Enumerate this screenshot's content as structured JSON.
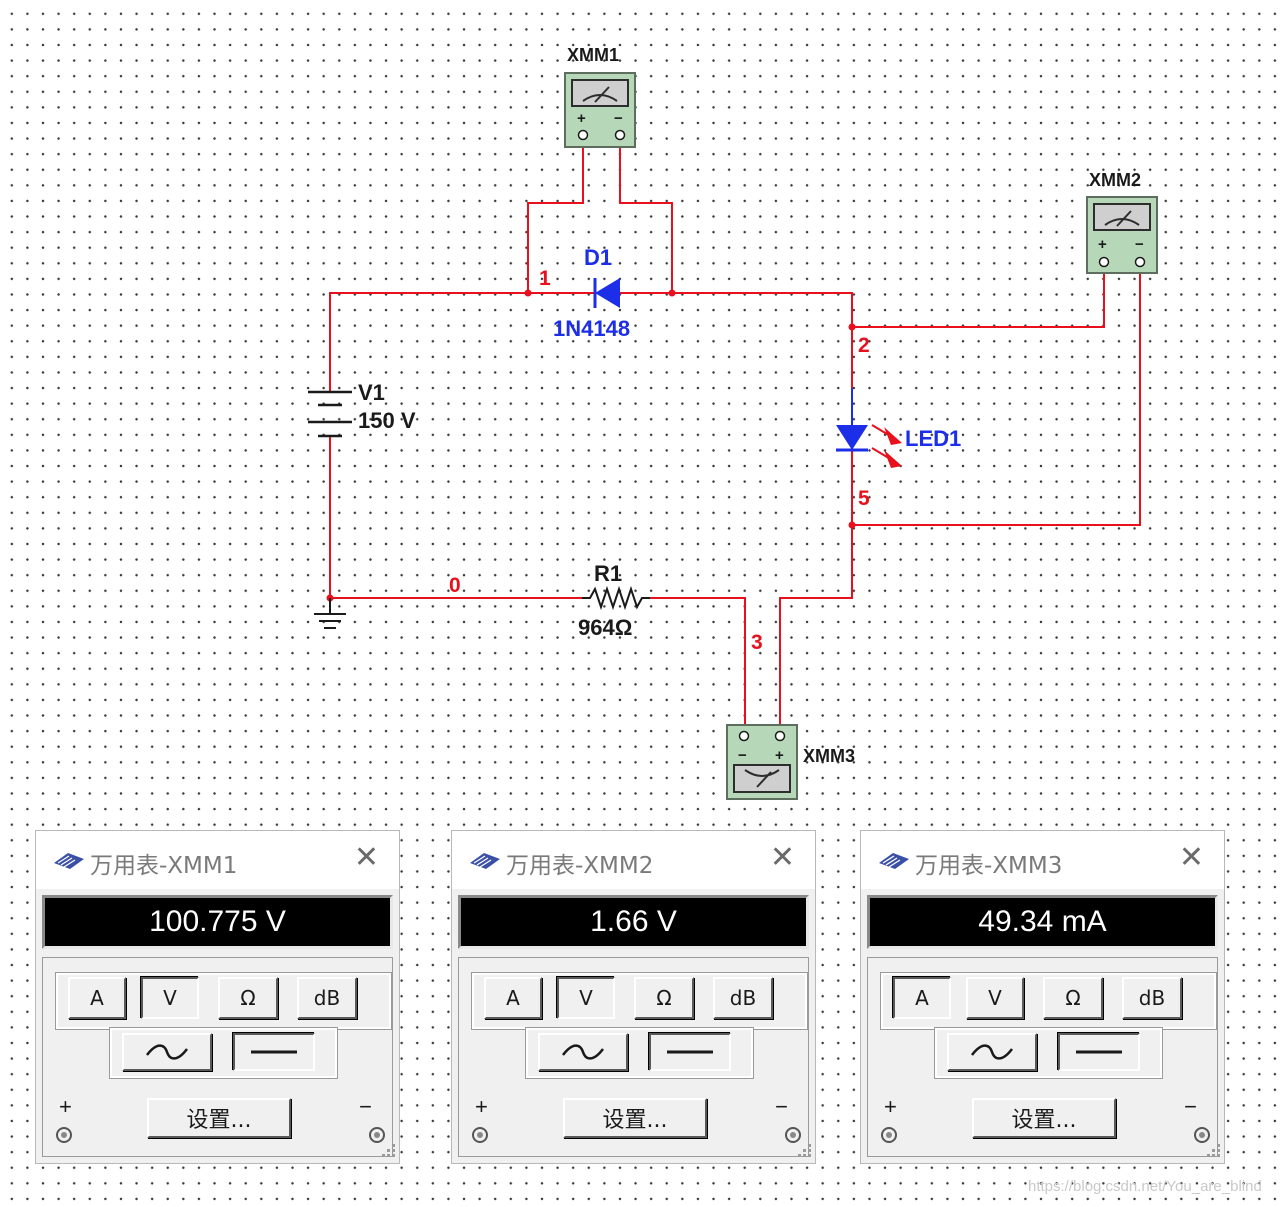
{
  "schematic": {
    "components": {
      "v1": {
        "name": "V1",
        "value": "150 V"
      },
      "d1": {
        "name": "D1",
        "model": "1N4148"
      },
      "led1": {
        "name": "LED1"
      },
      "r1": {
        "name": "R1",
        "value": "964Ω"
      }
    },
    "instruments": {
      "xmm1": "XMM1",
      "xmm2": "XMM2",
      "xmm3": "XMM3"
    },
    "nets": {
      "n0": "0",
      "n1": "1",
      "n2": "2",
      "n3": "3",
      "n5": "5"
    },
    "colors": {
      "wire": "#e8101c",
      "component": "#1c2ee8",
      "instrument_case": "#b6d8b8"
    }
  },
  "multimeters": [
    {
      "title": "万用表-XMM1",
      "reading": "100.775 V",
      "active_mode": "V",
      "modes": [
        "A",
        "V",
        "Ω",
        "dB"
      ],
      "settings_label": "设置...",
      "plus_label": "+",
      "minus_label": "−"
    },
    {
      "title": "万用表-XMM2",
      "reading": "1.66 V",
      "active_mode": "V",
      "modes": [
        "A",
        "V",
        "Ω",
        "dB"
      ],
      "settings_label": "设置...",
      "plus_label": "+",
      "minus_label": "−"
    },
    {
      "title": "万用表-XMM3",
      "reading": "49.34 mA",
      "active_mode": "A",
      "modes": [
        "A",
        "V",
        "Ω",
        "dB"
      ],
      "settings_label": "设置...",
      "plus_label": "+",
      "minus_label": "−"
    }
  ],
  "watermark": "https://blog.csdn.net/You_are_blind"
}
